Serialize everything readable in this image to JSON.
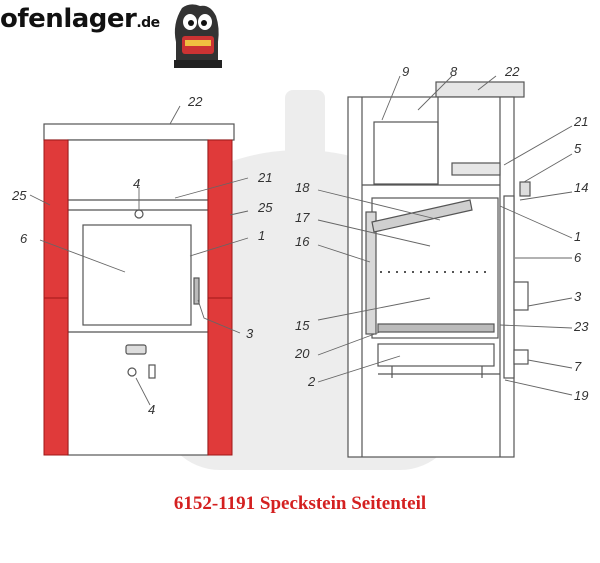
{
  "logo": {
    "brand": "ofenlager",
    "suffix": ".de",
    "mascot": "stove-mascot-icon"
  },
  "front_view": {
    "callouts": [
      "22",
      "25",
      "4",
      "21",
      "25",
      "6",
      "1",
      "3",
      "4"
    ]
  },
  "side_view": {
    "callouts": [
      "9",
      "8",
      "22",
      "21",
      "5",
      "18",
      "14",
      "17",
      "16",
      "1",
      "6",
      "3",
      "15",
      "23",
      "20",
      "2",
      "7",
      "19"
    ]
  },
  "caption": "6152-1191 Speckstein Seitenteil",
  "colors": {
    "highlight": "#e03a3a",
    "highlight_stroke": "#a01818",
    "caption": "#d42020",
    "watermark": "#ececec",
    "line": "#555555"
  }
}
